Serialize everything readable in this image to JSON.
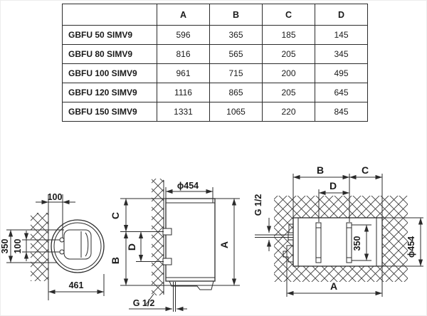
{
  "table": {
    "header": [
      "",
      "A",
      "B",
      "C",
      "D"
    ],
    "rows": [
      {
        "model": "GBFU 50 SIMV9",
        "a": "596",
        "b": "365",
        "c": "185",
        "d": "145"
      },
      {
        "model": "GBFU 80 SIMV9",
        "a": "816",
        "b": "565",
        "c": "205",
        "d": "345"
      },
      {
        "model": "GBFU 100 SIMV9",
        "a": "961",
        "b": "715",
        "c": "200",
        "d": "495"
      },
      {
        "model": "GBFU 120 SIMV9",
        "a": "1116",
        "b": "865",
        "c": "205",
        "d": "645"
      },
      {
        "model": "GBFU 150 SIMV9",
        "a": "1331",
        "b": "1065",
        "c": "220",
        "d": "845"
      }
    ]
  },
  "drawings": {
    "top_view": {
      "wall_offset": "100",
      "mount_span": "350",
      "hole_spacing": "100",
      "depth": "461"
    },
    "side_view": {
      "diameter": "ϕ454",
      "c": "C",
      "d": "D",
      "b": "B",
      "a": "A",
      "pipe_thread": "G 1/2"
    },
    "horizontal_view": {
      "b": "B",
      "c": "C",
      "d": "D",
      "pipe_thread": "G 1/2",
      "bracket_length": "350",
      "diameter": "ϕ454",
      "a": "A"
    }
  },
  "colors": {
    "background": "#ffffff",
    "line": "#2b2b2b",
    "text": "#1a1a1a"
  }
}
